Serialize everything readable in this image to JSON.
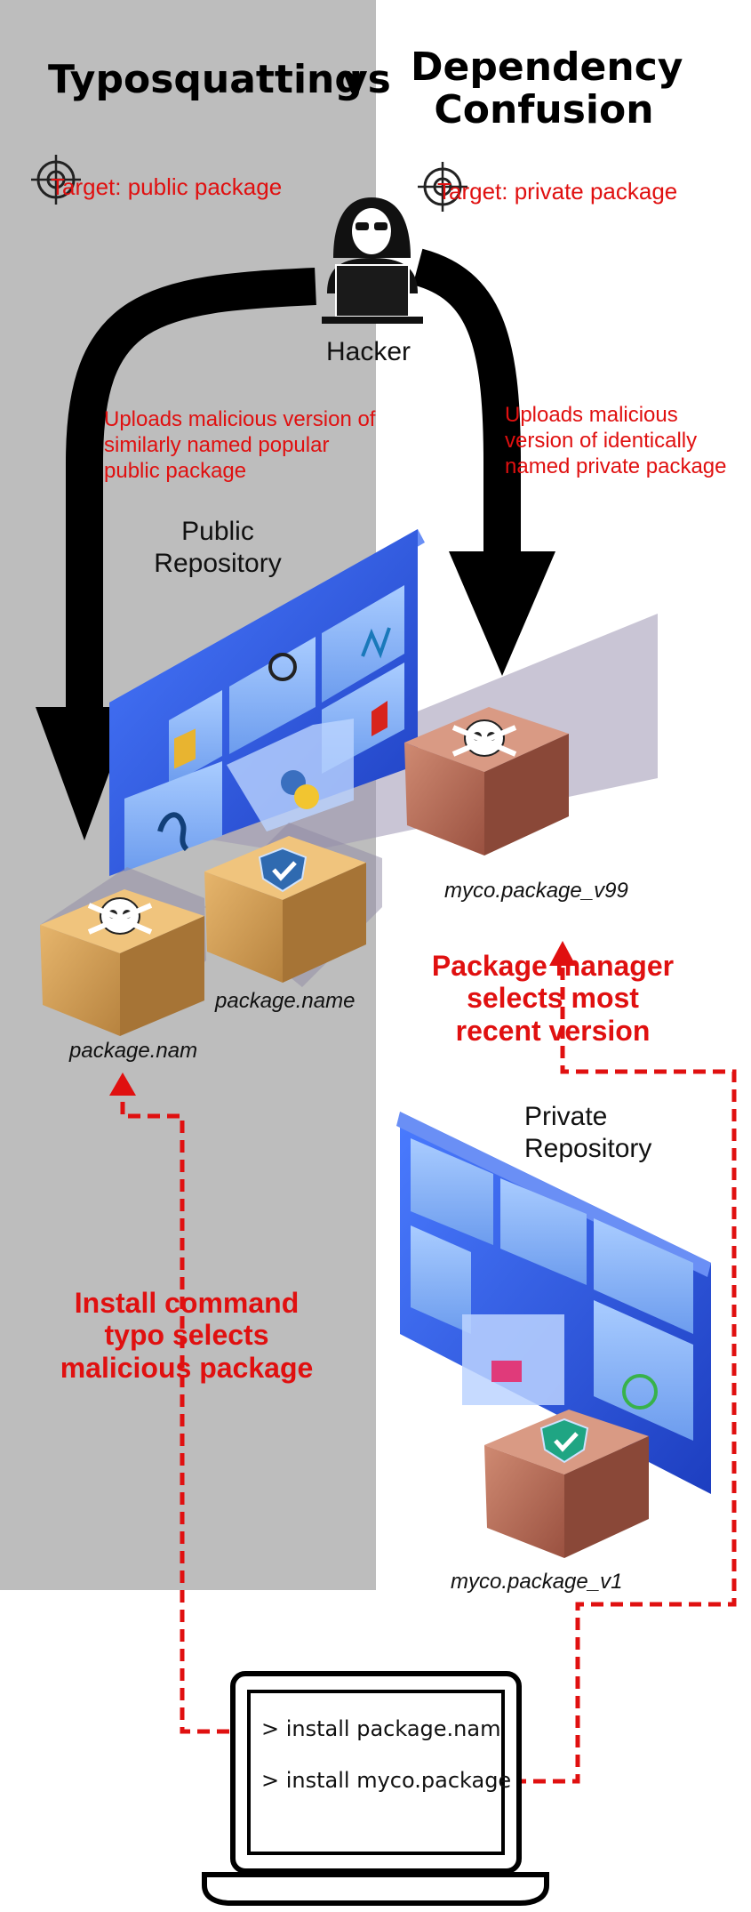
{
  "titles": {
    "left": "Typosquatting",
    "vs": "vs",
    "right": "Dependency Confusion"
  },
  "targets": {
    "left": "Target: public package",
    "right": "Target: private package"
  },
  "hacker_label": "Hacker",
  "uploads": {
    "left": "Uploads malicious version of similarly named popular public package",
    "right": "Uploads malicious version of identically named private package"
  },
  "repositories": {
    "public": "Public Repository",
    "private": "Private Repository"
  },
  "packages": {
    "malicious_typo": "package.nam",
    "legit_public": "package.name",
    "malicious_private": "myco.package_v99",
    "legit_private": "myco.package_v1"
  },
  "annotations": {
    "install_typo": "Install command typo selects malicious package",
    "manager_selects": "Package manager selects most recent version"
  },
  "terminal": {
    "line1": "> install package.nam",
    "line2": "> install myco.package"
  },
  "colors": {
    "left_panel": "#bdbdbd",
    "accent_red": "#e01010",
    "repo_blue": "#2f55e0",
    "box_tan": "#d6a35c",
    "box_red": "#b86a55"
  },
  "icons": [
    "crosshair-icon",
    "hacker-icon",
    "skull-icon",
    "shield-check-icon",
    "laptop-icon"
  ]
}
